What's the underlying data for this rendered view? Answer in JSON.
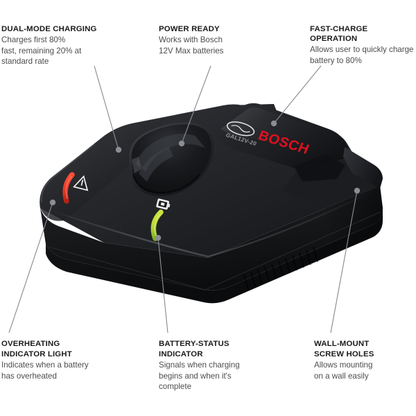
{
  "diagram": {
    "subject": "Bosch 12V Max battery charger",
    "background_color": "#ffffff",
    "leader_color": "#8a8d91",
    "title_color": "#1b1b1b",
    "body_color": "#4d4d4d"
  },
  "callouts": {
    "dual_mode": {
      "title": "DUAL-MODE CHARGING",
      "line1": "Charges first 80%",
      "line2": "fast, remaining 20% at",
      "line3": "standard rate"
    },
    "power_ready": {
      "title": "POWER READY",
      "line1": "Works with Bosch",
      "line2": "12V Max batteries",
      "line3": ""
    },
    "fast_charge": {
      "title": "FAST-CHARGE OPERATION",
      "line1": "Allows user to quickly charge",
      "line2": "battery to 80%",
      "line3": ""
    },
    "overheating": {
      "title_line1": "OVERHEATING",
      "title_line2": "INDICATOR LIGHT",
      "line1": "Indicates when a battery",
      "line2": "has overheated",
      "line3": ""
    },
    "battery_status": {
      "title_line1": "BATTERY-STATUS",
      "title_line2": "INDICATOR",
      "line1": "Signals when charging",
      "line2": "begins and when it's",
      "line3": "complete"
    },
    "wall_mount": {
      "title_line1": "WALL-MOUNT",
      "title_line2": "SCREW HOLES",
      "line1": "Allows mounting",
      "line2": "on a wall easily",
      "line3": ""
    }
  },
  "product": {
    "brand": "BOSCH",
    "brand_color": "#e01020",
    "model_text": "GAL12V-20",
    "body_color": "#1c1c1e",
    "overheat_indicator_color": "#ee3b2a",
    "status_indicator_color": "#b9d432",
    "warning_icon": "warning-triangle-icon",
    "battery_icon": "battery-icon"
  }
}
